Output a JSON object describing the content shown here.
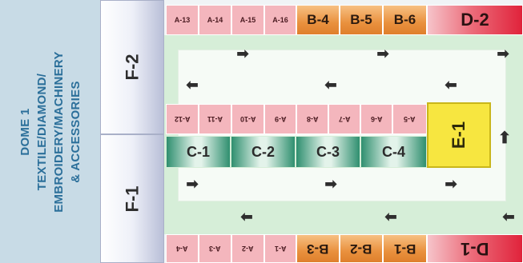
{
  "dome": {
    "lines": [
      "DOME 1",
      "TEXTILE/DIAMOND/",
      "EMBROIDERY/MACHINERY",
      "& ACCESSORIES"
    ]
  },
  "zones": {
    "f2": "F-2",
    "f1": "F-1",
    "d2": "D-2",
    "d1": "D-1",
    "e1": "E-1"
  },
  "top_row": {
    "a": [
      "A-13",
      "A-14",
      "A-15",
      "A-16"
    ],
    "b": [
      "B-4",
      "B-5",
      "B-6"
    ]
  },
  "middle_row": {
    "a": [
      "A-12",
      "A-11",
      "A-10",
      "A-9",
      "A-8",
      "A-7",
      "A-6",
      "A-5"
    ],
    "c": [
      "C-1",
      "C-2",
      "C-3",
      "C-4"
    ]
  },
  "bottom_row": {
    "a": [
      "A-4",
      "A-3",
      "A-2",
      "A-1"
    ],
    "b": [
      "B-3",
      "B-2",
      "B-1"
    ]
  },
  "arrows": {
    "right": "➡",
    "left": "⬅",
    "up": "⬆"
  }
}
